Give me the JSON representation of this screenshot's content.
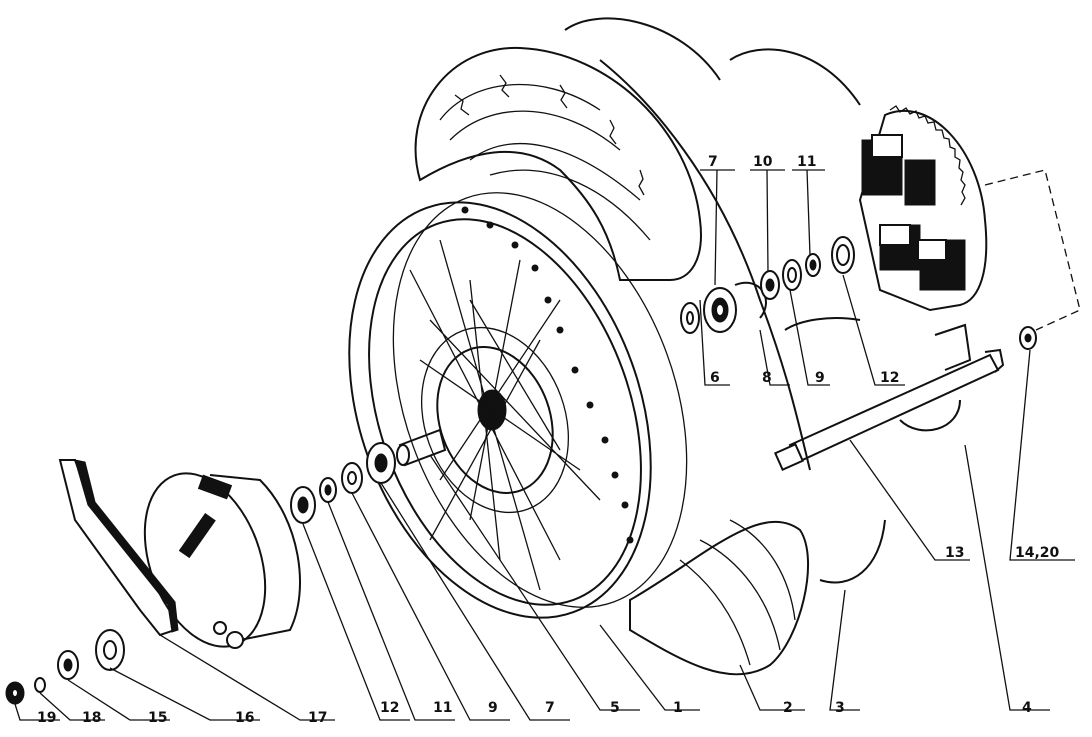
{
  "callouts": [
    "1",
    "2",
    "3",
    "4",
    "5",
    "6",
    "7",
    "7",
    "8",
    "9",
    "9",
    "10",
    "11",
    "11",
    "12",
    "12",
    "13",
    "14,20",
    "15",
    "16",
    "17",
    "18",
    "19"
  ]
}
